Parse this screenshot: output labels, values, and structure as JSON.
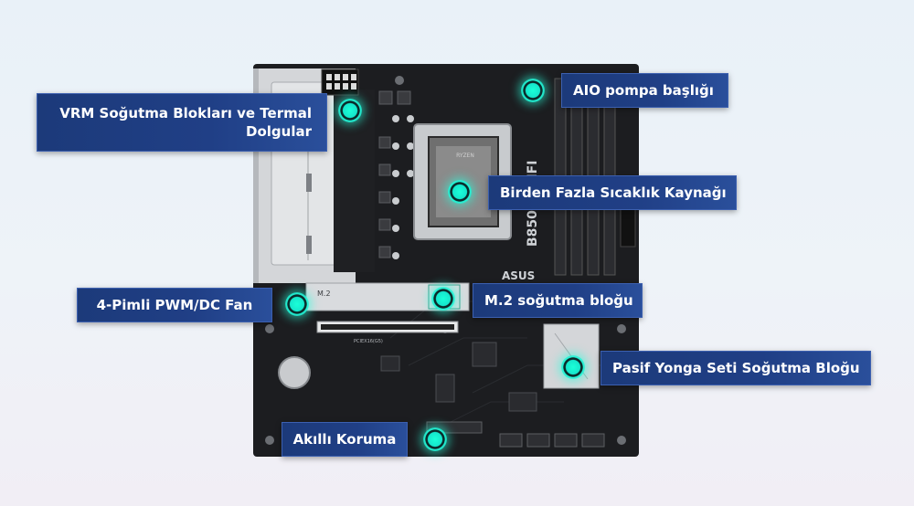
{
  "colors": {
    "background": "#eaf1f8",
    "callout": "#1f3d82",
    "marker": "#1affd8",
    "board": "#1c1d20",
    "heatsink": "#d4d6d9"
  },
  "board": {
    "silkscreen_model": "B850M-WIFI",
    "silkscreen_pcie": "PCIEX16(G5)",
    "silkscreen_m2": "M.2",
    "silkscreen_brand": "ASUS",
    "silkscreen_cpu": "RYZEN"
  },
  "callouts": {
    "vrm": "VRM Soğutma Blokları ve Termal\nDolgular",
    "aio": "AIO pompa başlığı",
    "temp": "Birden Fazla Sıcaklık Kaynağı",
    "fan": "4-Pimli PWM/DC Fan",
    "m2": "M.2 soğutma bloğu",
    "chipset": "Pasif Yonga Seti Soğutma Bloğu",
    "guard": "Akıllı Koruma"
  },
  "icons": {
    "markers": "hotspot-icon"
  }
}
